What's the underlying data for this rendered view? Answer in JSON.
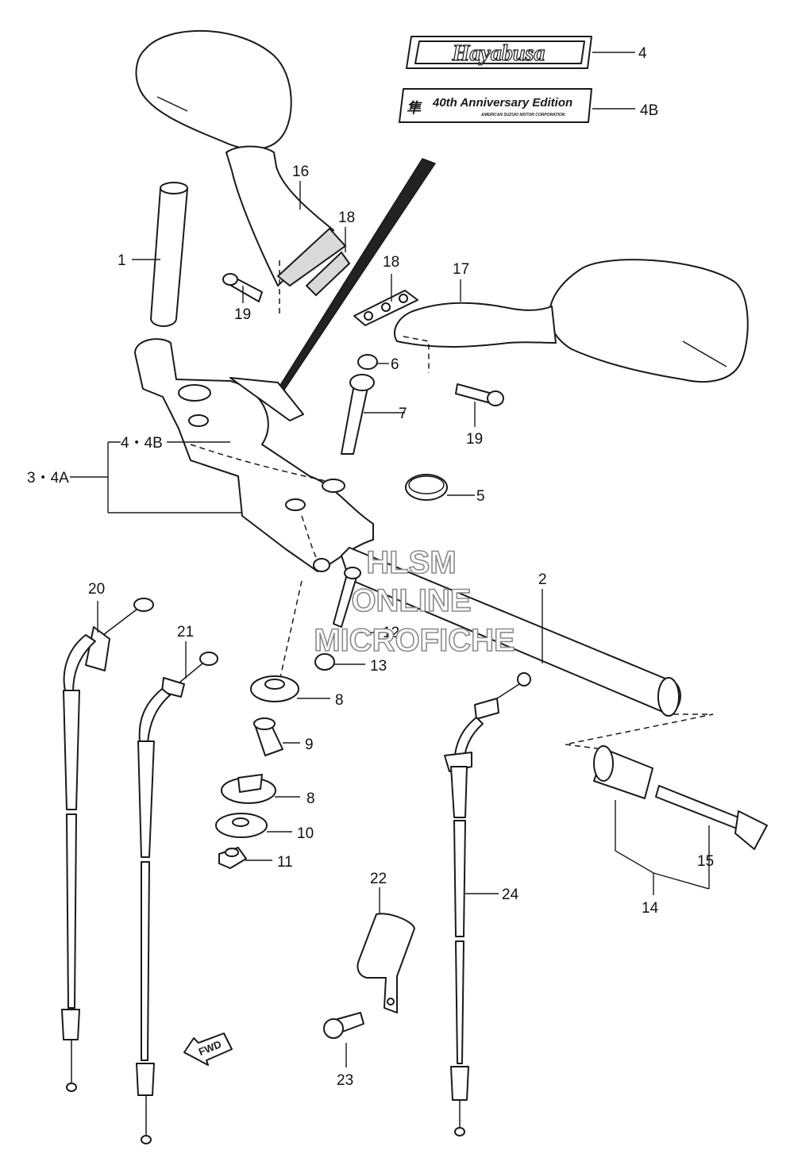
{
  "emblem": {
    "name": "Hayabusa",
    "anniversary": "40th Anniversary Edition",
    "anniversary_subline": "AMERICAN SUZUKI MOTOR CORPORATION"
  },
  "callouts": {
    "c1": "1",
    "c2": "2",
    "c3_4A": "3・4A",
    "c4": "4",
    "c4_4B": "4・4B",
    "c4B": "4B",
    "c5": "5",
    "c6": "6",
    "c7": "7",
    "c8a": "8",
    "c8b": "8",
    "c9": "9",
    "c10": "10",
    "c11": "11",
    "c12": "12",
    "c13": "13",
    "c14": "14",
    "c15": "15",
    "c16": "16",
    "c17": "17",
    "c18a": "18",
    "c18b": "18",
    "c19a": "19",
    "c19b": "19",
    "c20": "20",
    "c21": "21",
    "c22": "22",
    "c23": "23",
    "c24": "24"
  },
  "fwd_label": "FWD",
  "watermark": {
    "line1": "HLSM",
    "line2": "ONLINE",
    "line3": "MICROFICHE"
  }
}
